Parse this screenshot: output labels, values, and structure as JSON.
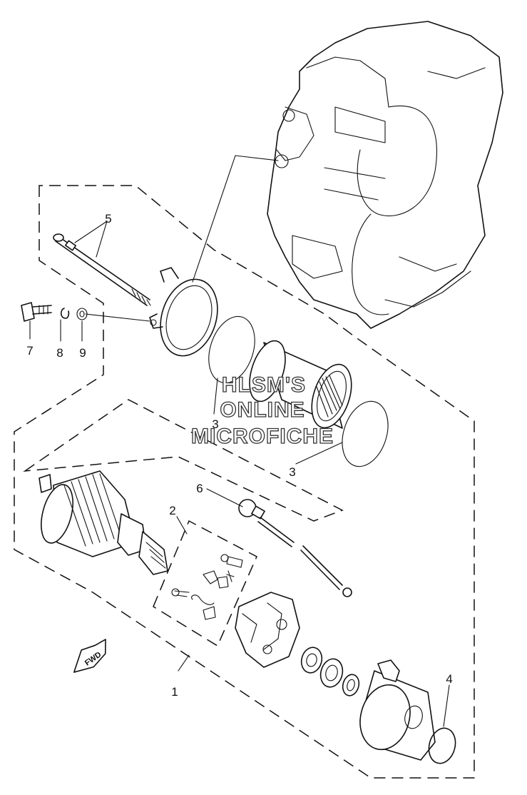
{
  "callouts": {
    "c1": "1",
    "c2": "2",
    "c3a": "3",
    "c3b": "3",
    "c4": "4",
    "c5": "5",
    "c6": "6",
    "c7": "7",
    "c8": "8",
    "c9": "9"
  },
  "watermark": {
    "line1": "HLSM'S",
    "line2": "ONLINE",
    "line3": "MICROFICHE"
  },
  "direction_arrow": {
    "label": "FWD"
  }
}
